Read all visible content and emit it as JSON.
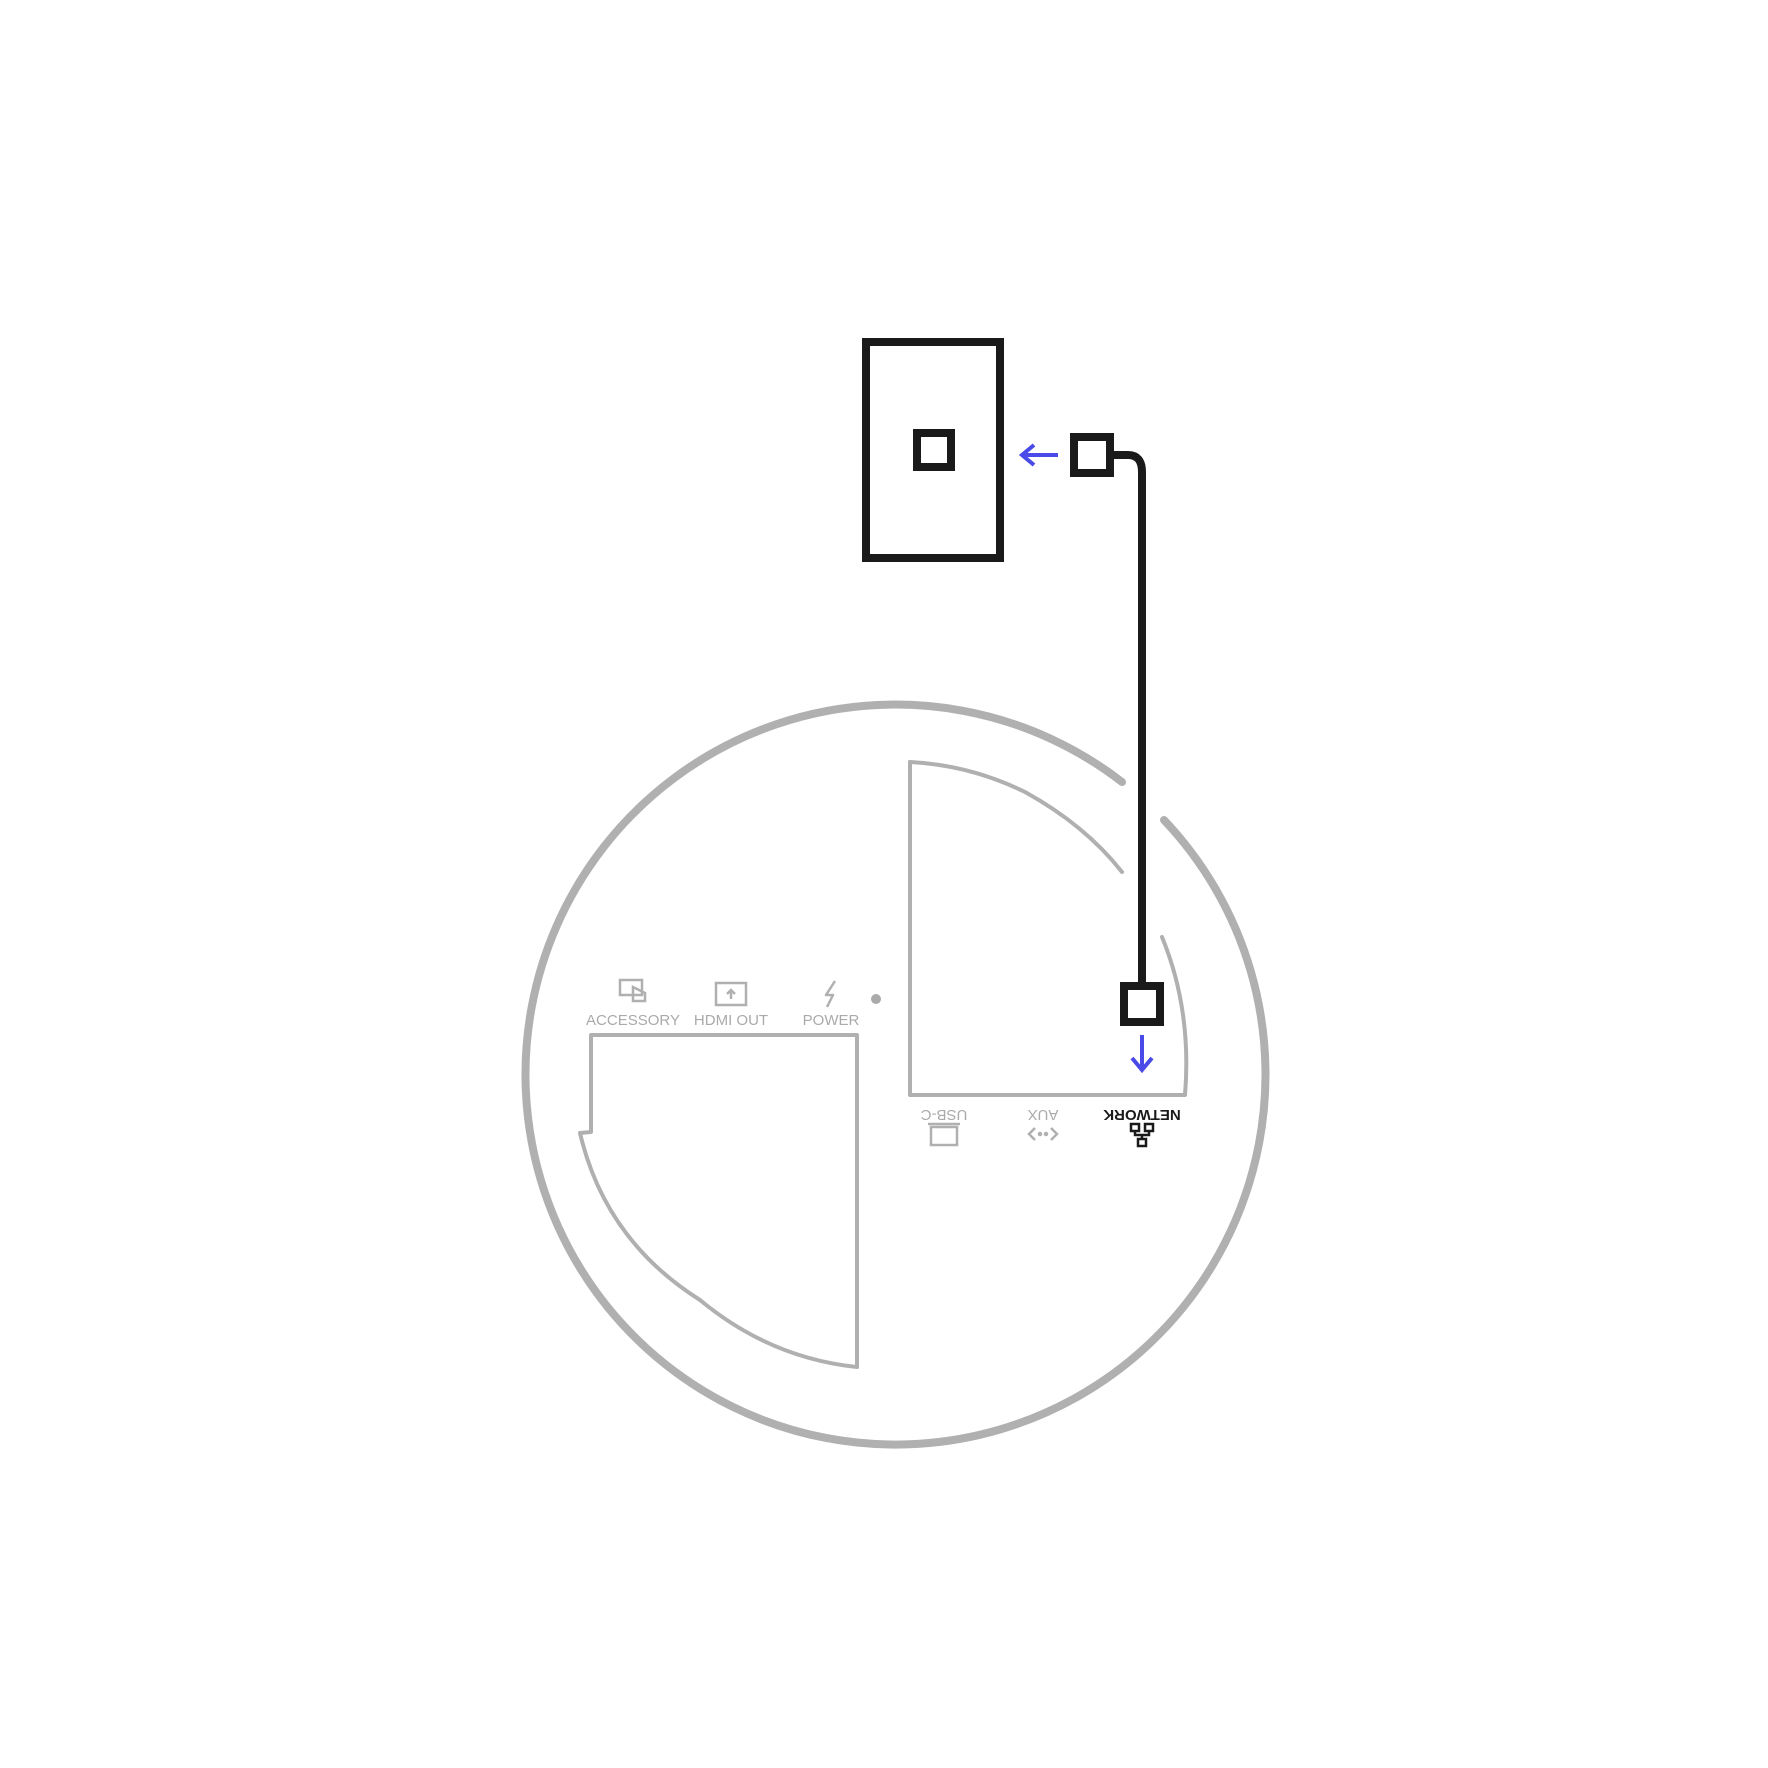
{
  "diagram": {
    "colors": {
      "device_outline": "#b0b0b0",
      "cable": "#1a1a1a",
      "arrow": "#4a4ae8",
      "label_inactive": "#aaaaaa",
      "label_active": "#1a1a1a"
    },
    "ports_top": [
      {
        "label": "ACCESSORY",
        "icon": "touch-screen-icon"
      },
      {
        "label": "HDMI OUT",
        "icon": "hdmi-display-icon"
      },
      {
        "label": "POWER",
        "icon": "lightning-icon"
      }
    ],
    "ports_bottom": [
      {
        "label": "USB-C",
        "icon": "usb-c-icon",
        "highlighted": false
      },
      {
        "label": "AUX",
        "icon": "aux-arrows-icon",
        "highlighted": false
      },
      {
        "label": "NETWORK",
        "icon": "network-icon",
        "highlighted": true
      }
    ],
    "wall_jack": {
      "icon": "ethernet-wall-jack-icon"
    },
    "arrows": [
      "arrow-left-icon",
      "arrow-down-icon"
    ]
  }
}
